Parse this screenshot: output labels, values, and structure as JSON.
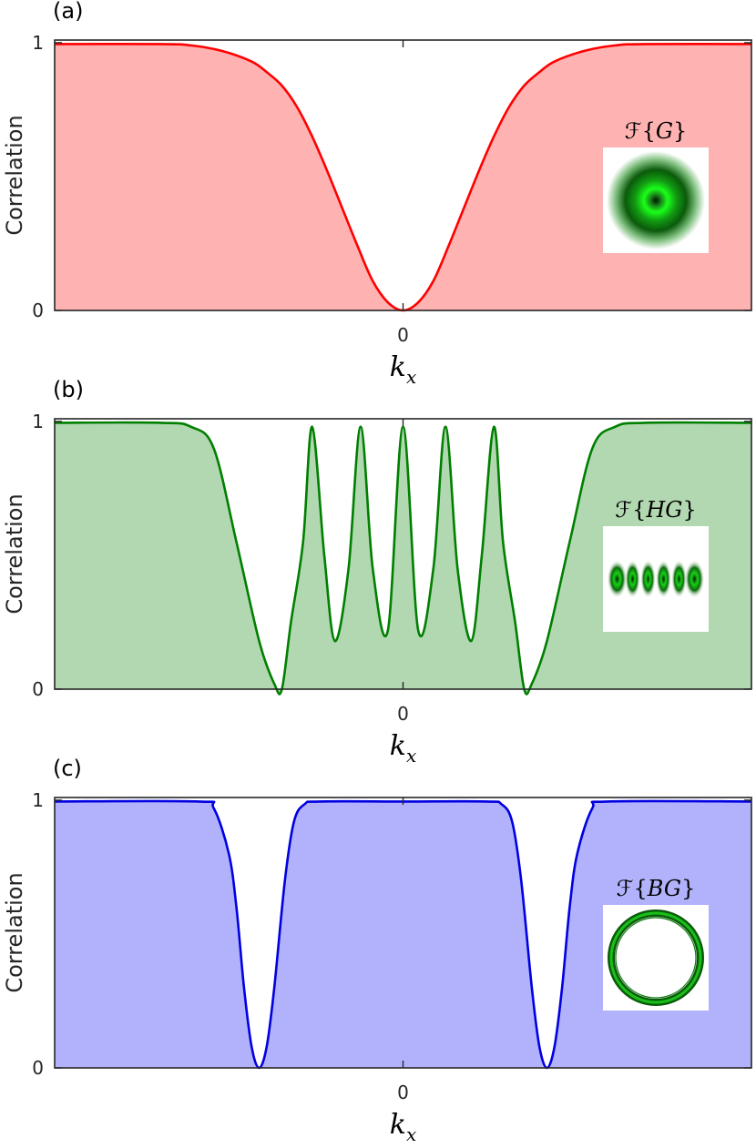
{
  "chart_data": [
    {
      "panel_label": "(a)",
      "type": "area",
      "xlabel": "k",
      "xlabel_sub": "x",
      "ylabel": "Correlation",
      "xticks": [
        {
          "value": 0,
          "label": "0"
        }
      ],
      "yticks": [
        {
          "value": 0,
          "label": "0"
        },
        {
          "value": 1,
          "label": "1"
        }
      ],
      "xlim": [
        -2.3,
        2.3
      ],
      "ylim": [
        0,
        1.01
      ],
      "line_color": "#ff0000",
      "fill_color": "#ffb2b2",
      "series": [
        {
          "x": [
            -2.3,
            -1.6,
            -1.4,
            -1.2,
            -1.0,
            -0.9,
            -0.8,
            -0.7,
            -0.6,
            -0.5,
            -0.4,
            -0.3,
            -0.2,
            -0.1,
            0,
            0.1,
            0.2,
            0.3,
            0.4,
            0.5,
            0.6,
            0.7,
            0.8,
            0.9,
            1.0,
            1.2,
            1.4,
            1.6,
            2.3
          ],
          "y": [
            0.995,
            0.995,
            0.99,
            0.97,
            0.93,
            0.89,
            0.84,
            0.76,
            0.65,
            0.52,
            0.38,
            0.24,
            0.11,
            0.03,
            0.0,
            0.03,
            0.11,
            0.24,
            0.38,
            0.52,
            0.65,
            0.76,
            0.84,
            0.89,
            0.93,
            0.97,
            0.99,
            0.995,
            0.995
          ]
        }
      ],
      "inset": {
        "label_pre": "ℱ{",
        "label_var": "G",
        "label_post": "}",
        "pattern": "gaussian"
      }
    },
    {
      "panel_label": "(b)",
      "type": "area",
      "xlabel": "k",
      "xlabel_sub": "x",
      "ylabel": "Correlation",
      "xticks": [
        {
          "value": 0,
          "label": "0"
        }
      ],
      "yticks": [
        {
          "value": 0,
          "label": "0"
        },
        {
          "value": 1,
          "label": "1"
        }
      ],
      "xlim": [
        -2.3,
        2.3
      ],
      "ylim": [
        0,
        1.01
      ],
      "line_color": "#007f00",
      "fill_color": "#b2d8b2",
      "series": [
        {
          "x": [
            -2.3,
            -1.6,
            -1.4,
            -1.25,
            -1.1,
            -0.95,
            -0.85,
            -0.8,
            -0.74,
            -0.66,
            -0.6,
            -0.52,
            -0.45,
            -0.36,
            -0.28,
            -0.2,
            -0.1,
            0,
            0.1,
            0.2,
            0.28,
            0.36,
            0.45,
            0.52,
            0.6,
            0.66,
            0.74,
            0.8,
            0.85,
            0.95,
            1.1,
            1.25,
            1.4,
            1.6,
            2.3
          ],
          "y": [
            0.995,
            0.995,
            0.98,
            0.9,
            0.55,
            0.18,
            0.02,
            0.0,
            0.25,
            0.55,
            0.98,
            0.5,
            0.18,
            0.45,
            0.98,
            0.45,
            0.22,
            0.98,
            0.22,
            0.45,
            0.98,
            0.45,
            0.18,
            0.5,
            0.98,
            0.55,
            0.25,
            0.0,
            0.02,
            0.18,
            0.55,
            0.9,
            0.98,
            0.995,
            0.995
          ]
        }
      ],
      "inset": {
        "label_pre": "ℱ{",
        "label_var": "HG",
        "label_post": "}",
        "pattern": "hermite"
      }
    },
    {
      "panel_label": "(c)",
      "type": "area",
      "xlabel": "k",
      "xlabel_sub": "x",
      "ylabel": "Correlation",
      "xticks": [
        {
          "value": 0,
          "label": "0"
        }
      ],
      "yticks": [
        {
          "value": 0,
          "label": "0"
        },
        {
          "value": 1,
          "label": "1"
        }
      ],
      "xlim": [
        -2.3,
        2.3
      ],
      "ylim": [
        0,
        1.01
      ],
      "line_color": "#0000e0",
      "fill_color": "#b2b2fc",
      "series": [
        {
          "x": [
            -2.3,
            -1.35,
            -1.25,
            -1.15,
            -1.1,
            -1.05,
            -1.0,
            -0.95,
            -0.9,
            -0.85,
            -0.78,
            -0.72,
            -0.65,
            -0.55,
            0,
            0.55,
            0.65,
            0.72,
            0.78,
            0.85,
            0.9,
            0.95,
            1.0,
            1.05,
            1.1,
            1.15,
            1.25,
            1.35,
            2.3
          ],
          "y": [
            0.995,
            0.995,
            0.97,
            0.8,
            0.6,
            0.3,
            0.08,
            0.0,
            0.08,
            0.3,
            0.7,
            0.92,
            0.985,
            0.995,
            0.995,
            0.995,
            0.985,
            0.92,
            0.7,
            0.3,
            0.08,
            0.0,
            0.08,
            0.3,
            0.6,
            0.8,
            0.97,
            0.995,
            0.995
          ]
        }
      ],
      "inset": {
        "label_pre": "ℱ{",
        "label_var": "BG",
        "label_post": "}",
        "pattern": "bessel"
      }
    }
  ]
}
